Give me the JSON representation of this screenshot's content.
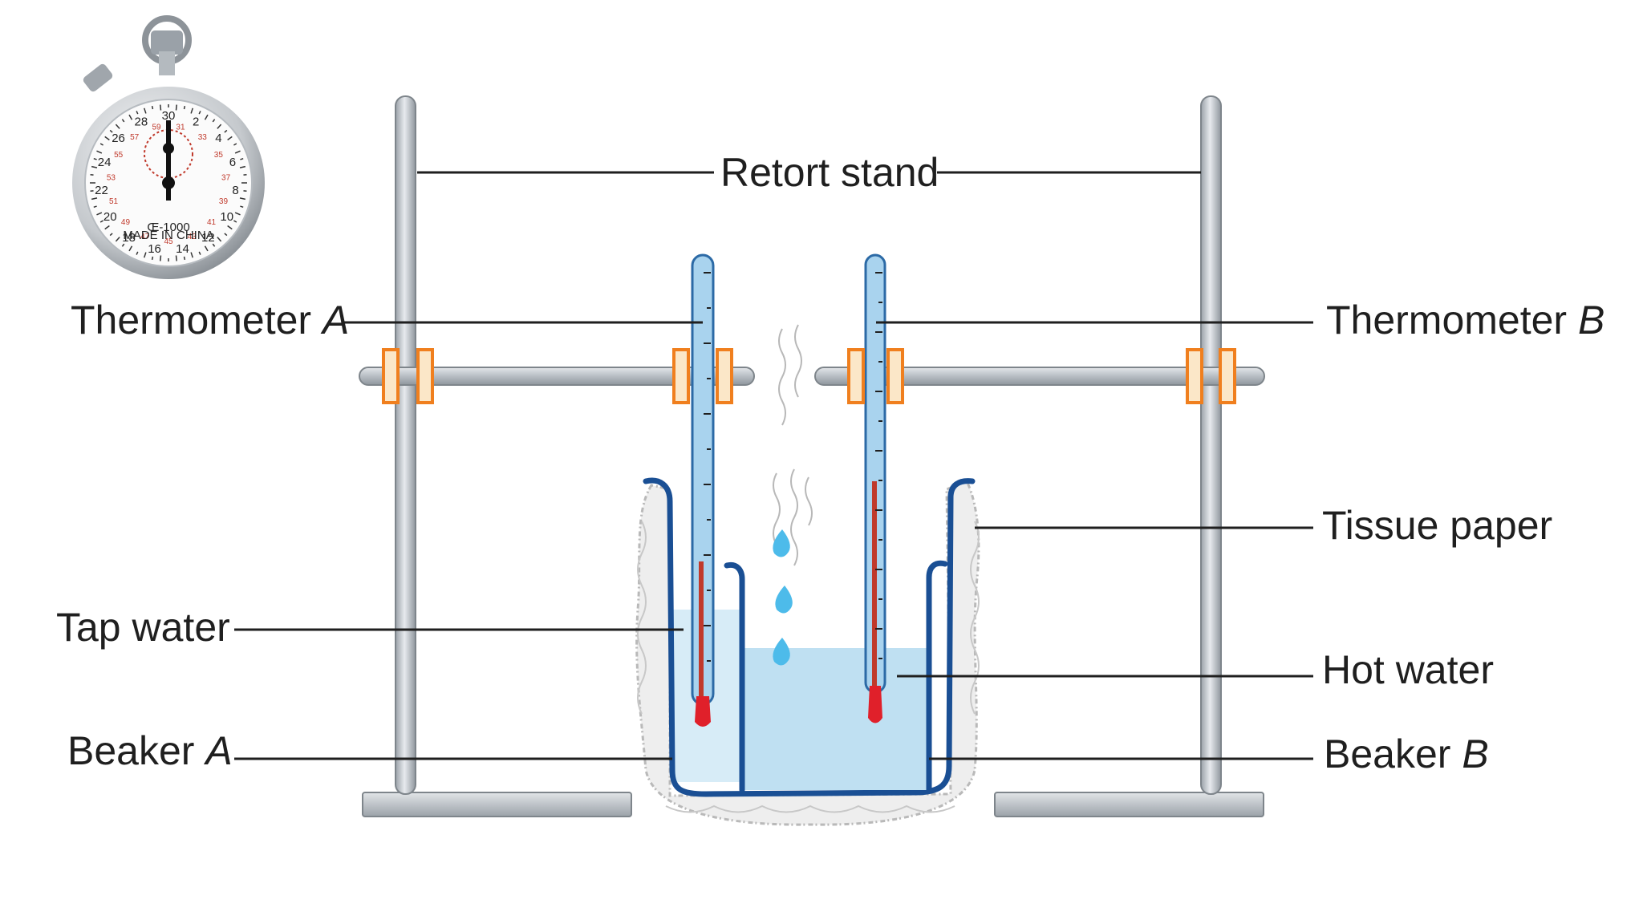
{
  "labels": {
    "retort_stand": "Retort stand",
    "thermometer_a_prefix": "Thermometer ",
    "thermometer_a_letter": "A",
    "thermometer_b_prefix": "Thermometer ",
    "thermometer_b_letter": "B",
    "tissue_paper": "Tissue paper",
    "tap_water": "Tap water",
    "hot_water": "Hot water",
    "beaker_a_prefix": "Beaker ",
    "beaker_a_letter": "A",
    "beaker_b_prefix": "Beaker ",
    "beaker_b_letter": "B"
  },
  "stopwatch": {
    "outer_numbers": [
      "30",
      "2",
      "4",
      "6",
      "8",
      "10",
      "12",
      "14",
      "16",
      "18",
      "20",
      "22",
      "24",
      "26",
      "28"
    ],
    "inner_numbers": [
      "31",
      "33",
      "35",
      "37",
      "39",
      "41",
      "43",
      "45",
      "47",
      "49",
      "51",
      "53",
      "55",
      "57",
      "59"
    ],
    "brand": "Œ-1000",
    "made_in": "MADE IN CHINA"
  },
  "colors": {
    "beaker_outline": "#1a4f94",
    "tap_water": "#cfe8f5",
    "hot_water": "#bfe0f2",
    "thermometer_glass": "#a9d3ee",
    "thermometer_bulb": "#e0202a",
    "clamp": "#f07f1e",
    "stand_metal": "#c9ced3",
    "droplet": "#4dbbea"
  }
}
